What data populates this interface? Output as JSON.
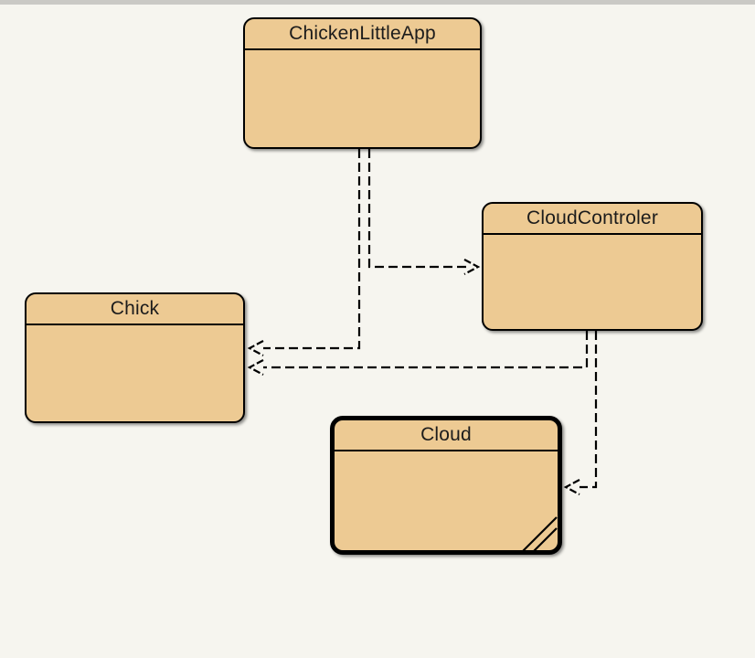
{
  "diagram": {
    "type": "uml-class-diagram",
    "background_color": "#f6f5ef",
    "node_fill_color": "#edca93",
    "node_border_color": "#000000",
    "edge_color": "#000000",
    "top_strip_color": "#cac9c5",
    "nodes": [
      {
        "id": "chickenlittleapp",
        "label": "ChickenLittleApp",
        "selected": false
      },
      {
        "id": "cloudcontroler",
        "label": "CloudControler",
        "selected": false
      },
      {
        "id": "chick",
        "label": "Chick",
        "selected": false
      },
      {
        "id": "cloud",
        "label": "Cloud",
        "selected": true,
        "has_resize_handle": true
      }
    ],
    "edges": [
      {
        "from": "ChickenLittleApp",
        "to": "CloudControler",
        "style": "dashed",
        "arrow": "open"
      },
      {
        "from": "ChickenLittleApp",
        "to": "Chick",
        "style": "dashed",
        "arrow": "open"
      },
      {
        "from": "CloudControler",
        "to": "Chick",
        "style": "dashed",
        "arrow": "open"
      },
      {
        "from": "CloudControler",
        "to": "Cloud",
        "style": "dashed",
        "arrow": "open"
      }
    ]
  }
}
